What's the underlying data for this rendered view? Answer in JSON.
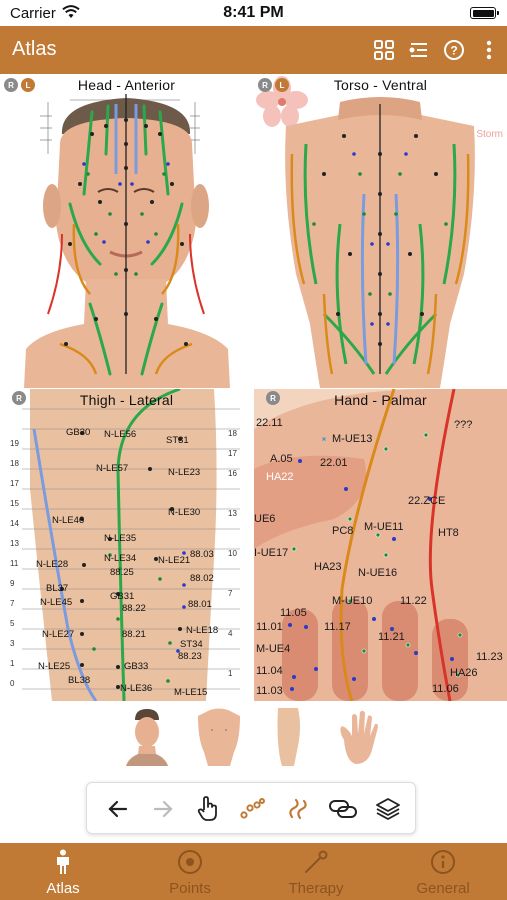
{
  "status_bar": {
    "carrier": "Carrier",
    "time": "8:41 PM"
  },
  "navbar": {
    "title": "Atlas",
    "icons": [
      "grid-icon",
      "list-icon",
      "help-icon",
      "more-icon"
    ]
  },
  "colors": {
    "brand": "#c07a35",
    "brand_dim": "#8b5420",
    "meridian_green": "#2aa84a",
    "meridian_orange": "#d98a1a",
    "meridian_red": "#d9342a",
    "meridian_blue": "#7a9be0"
  },
  "panels": {
    "head": {
      "title": "Head - Anterior",
      "badge_r": "R",
      "badge_l": "L"
    },
    "torso": {
      "title": "Torso - Ventral",
      "badge_r": "R",
      "badge_l": "L",
      "watermark": "Storm"
    },
    "thigh": {
      "title": "Thigh - Lateral",
      "badge_r": "R",
      "labels": [
        "GB30",
        "N-LE56",
        "ST31",
        "N-LE57",
        "N-LE23",
        "N-LE30",
        "N-LE46",
        "N-LE35",
        "N-LE34",
        "N-LE21",
        "88.03",
        "N-LE28",
        "88.25",
        "88.02",
        "BL37",
        "GB31",
        "N-LE45",
        "88.22",
        "88.01",
        "N-LE27",
        "88.21",
        "N-LE18",
        "ST34",
        "88.23",
        "N-LE25",
        "GB33",
        "BL38",
        "N-LE36",
        "M-LE15"
      ]
    },
    "hand": {
      "title": "Hand - Palmar",
      "badge_r": "R",
      "labels": [
        "22.11",
        "M-UE13",
        "???",
        "A.05",
        "22.01",
        "HA22",
        "22.ZCE",
        "UE6",
        "PC8",
        "M-UE11",
        "HT8",
        "I-UE17",
        "HA23",
        "N-UE16",
        "M-UE10",
        "11.22",
        "11.05",
        "11.01",
        "11.17",
        "11.21",
        "11.23",
        "M-UE4",
        "HA26",
        "11.04",
        "11.06",
        "11.03"
      ]
    }
  },
  "thumbnails": [
    "head-thumbnail",
    "torso-thumbnail",
    "thigh-thumbnail",
    "hand-thumbnail"
  ],
  "toolbar": [
    "back-arrow-icon",
    "forward-arrow-icon",
    "hand-pointer-icon",
    "points-icon",
    "meridian-icon",
    "link-icon",
    "layers-icon"
  ],
  "tabs": [
    {
      "label": "Atlas",
      "icon": "person-icon",
      "active": true
    },
    {
      "label": "Points",
      "icon": "target-icon",
      "active": false
    },
    {
      "label": "Therapy",
      "icon": "needle-icon",
      "active": false
    },
    {
      "label": "General",
      "icon": "info-icon",
      "active": false
    }
  ]
}
